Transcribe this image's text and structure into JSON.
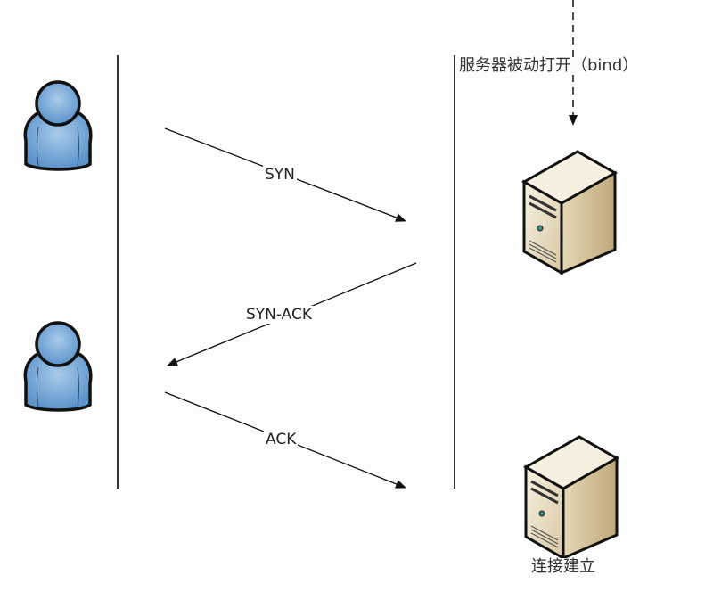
{
  "labels": {
    "server_bind": "服务器被动打开（bind）",
    "syn": "SYN",
    "syn_ack": "SYN-ACK",
    "ack": "ACK",
    "established": "连接建立"
  },
  "icons": {
    "client": "user-icon",
    "server": "server-tower-icon"
  },
  "colors": {
    "user_fill": "#6fa3d6",
    "server_fill": "#e9dcc0",
    "line": "#333333"
  }
}
